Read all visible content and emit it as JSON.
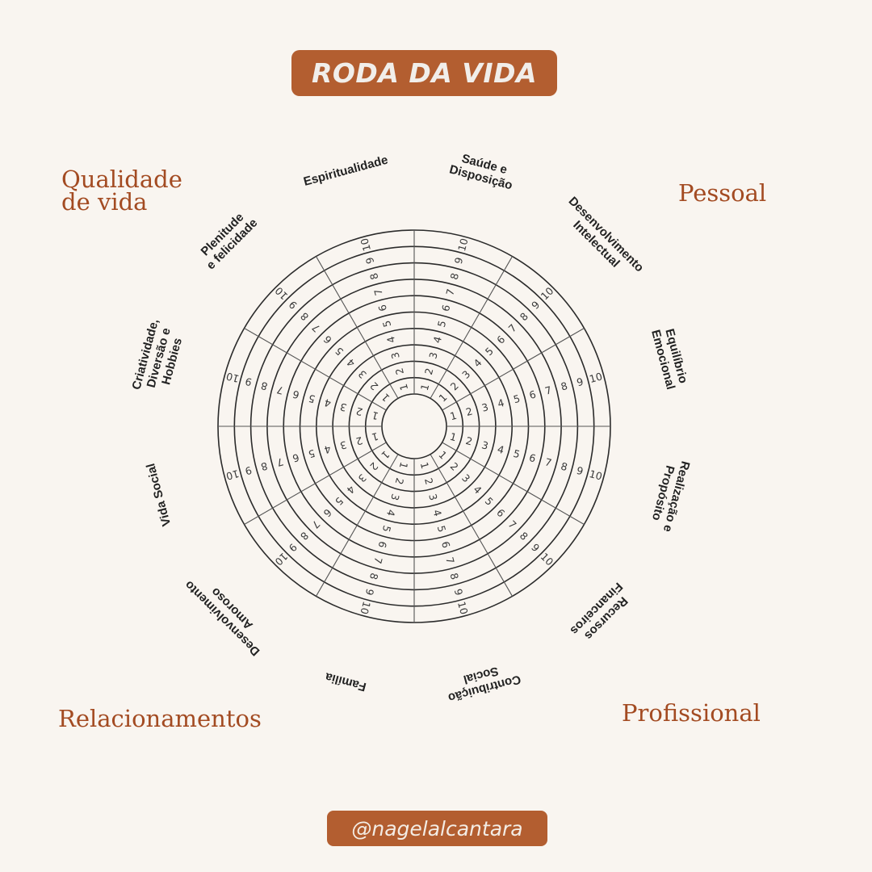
{
  "title": "RODA DA VIDA",
  "footer": "@nagelalcantara",
  "groups": {
    "quality": "Qualidade\nde vida",
    "personal": "Pessoal",
    "relationships": "Relacionamentos",
    "professional": "Profissional"
  },
  "wheel": {
    "scale_max": 10,
    "categories": [
      [
        "Saúde e",
        "Disposição"
      ],
      [
        "Desenvolvimento",
        "Intelectual"
      ],
      [
        "Equilíbrio",
        "Emocional"
      ],
      [
        "Realização e",
        "Propósito"
      ],
      [
        "Recursos",
        "Financeiros"
      ],
      [
        "Contribuição",
        "Social"
      ],
      [
        "Família"
      ],
      [
        "Desenvolvimento",
        "Amoroso"
      ],
      [
        "Vida Social"
      ],
      [
        "Criatividade,",
        "Diversão e",
        "Hobbies"
      ],
      [
        "Plenitude",
        "e felicidade"
      ],
      [
        "Espiritualidade"
      ]
    ]
  },
  "colors": {
    "background": "#f9f5f0",
    "accent": "#b35e30",
    "group_text": "#a34b22",
    "wheel_line": "#2b2b2b"
  }
}
